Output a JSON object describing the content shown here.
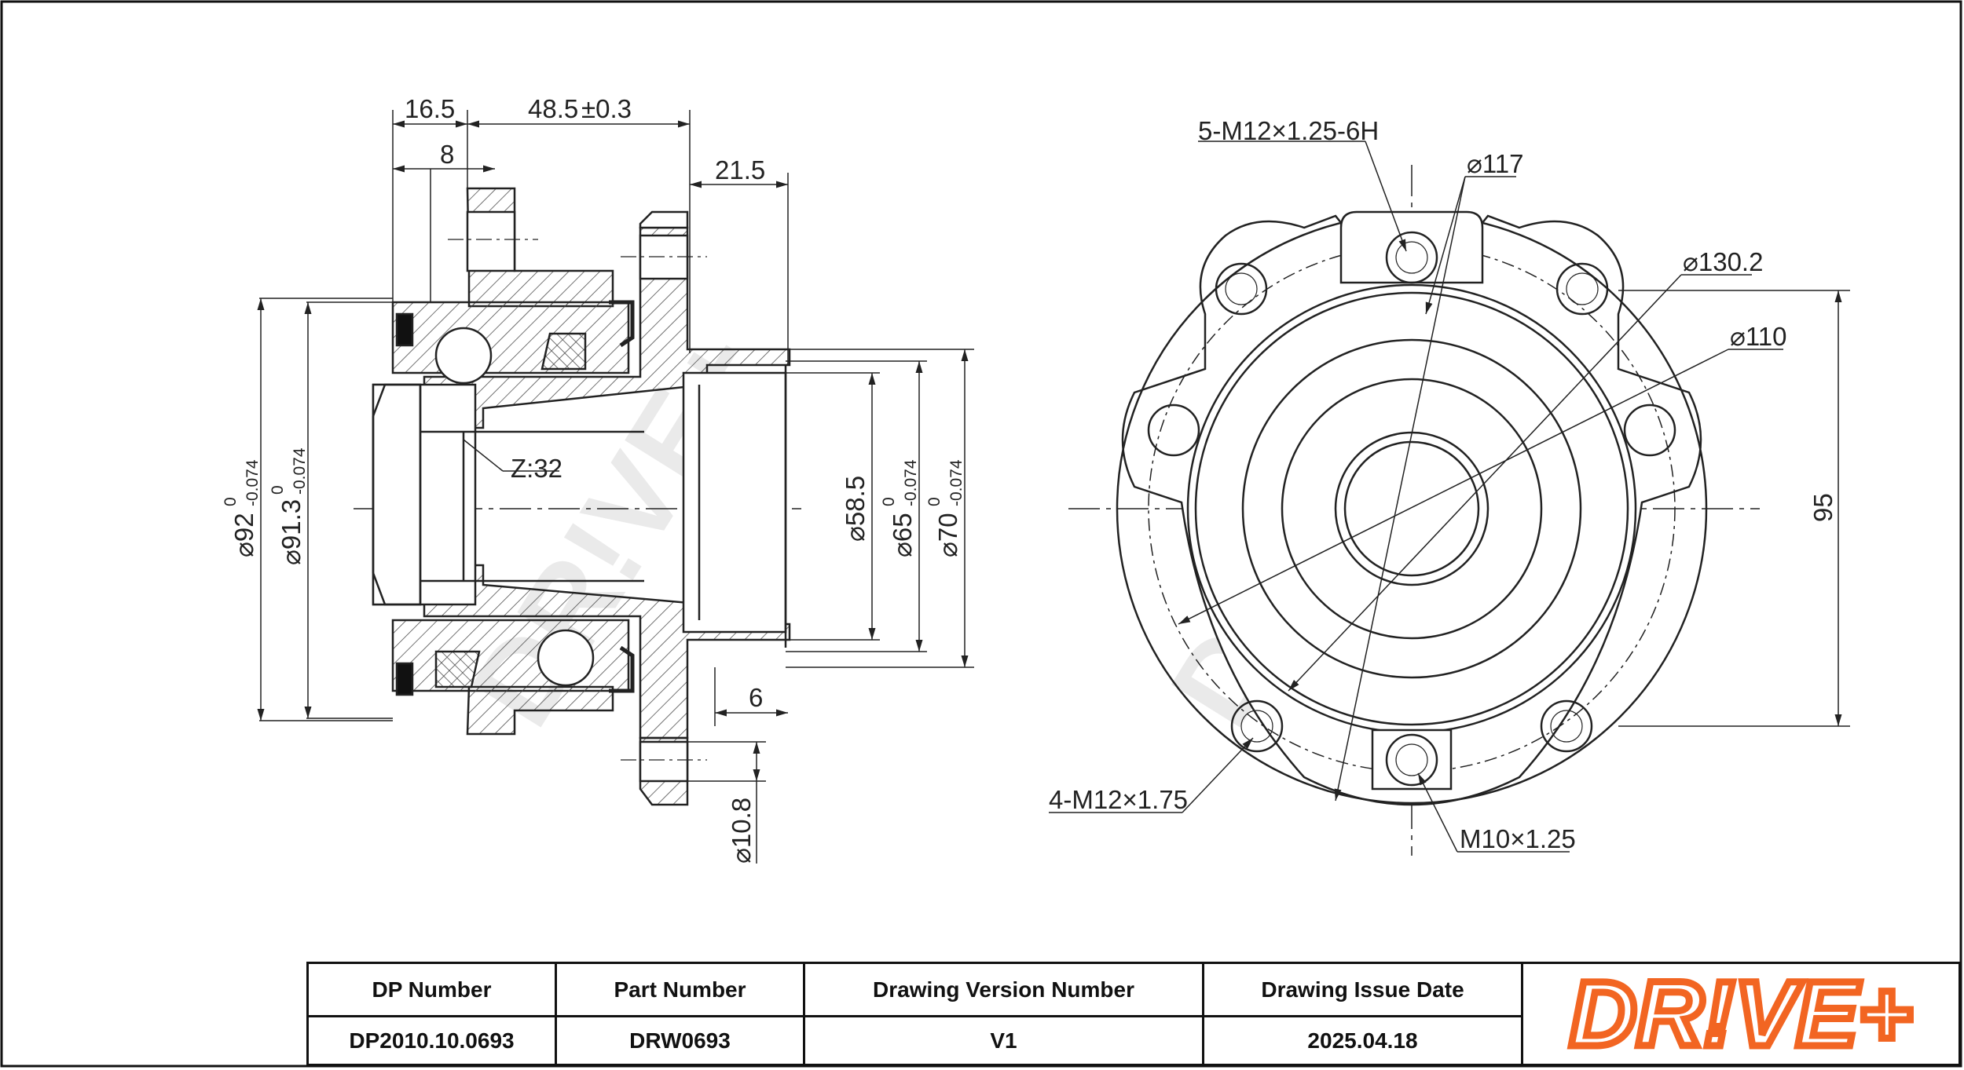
{
  "side_view_dimensions": {
    "width_16_5": "16.5",
    "width_48_5": "48.5",
    "tolerance_48_5": "±0.3",
    "width_8": "8",
    "width_21_5": "21.5",
    "width_6": "6",
    "spline": "Z:32",
    "dia_92": "⌀92",
    "dia_92_tol": "-0.074",
    "dia_91_3": "⌀91.3",
    "dia_91_3_tol": "-0.074",
    "dia_58_5": "⌀58.5",
    "dia_65": "⌀65",
    "dia_65_tol": "-0.074",
    "dia_70": "⌀70",
    "dia_70_tol": "-0.074",
    "tol_upper": "0",
    "dia_10_8": "⌀10.8"
  },
  "front_view_dimensions": {
    "thread_5x": "5-M12×1.25-6H",
    "dia_117": "⌀117",
    "dia_130_2": "⌀130.2",
    "dia_110": "⌀110",
    "height_95": "95",
    "thread_4x": "4-M12×1.75",
    "thread_m10": "M10×1.25"
  },
  "watermark": "DR!VE+",
  "title_block": {
    "headers": [
      "DP Number",
      "Part Number",
      "Drawing Version Number",
      "Drawing Issue Date"
    ],
    "values": [
      "DP2010.10.0693",
      "DRW0693",
      "V1",
      "2025.04.18"
    ],
    "logo_text": "DR!VE+",
    "logo_color": "#f26522"
  },
  "colors": {
    "line": "#222222",
    "hatch": "#444444",
    "watermark": "#d9d9d9"
  }
}
